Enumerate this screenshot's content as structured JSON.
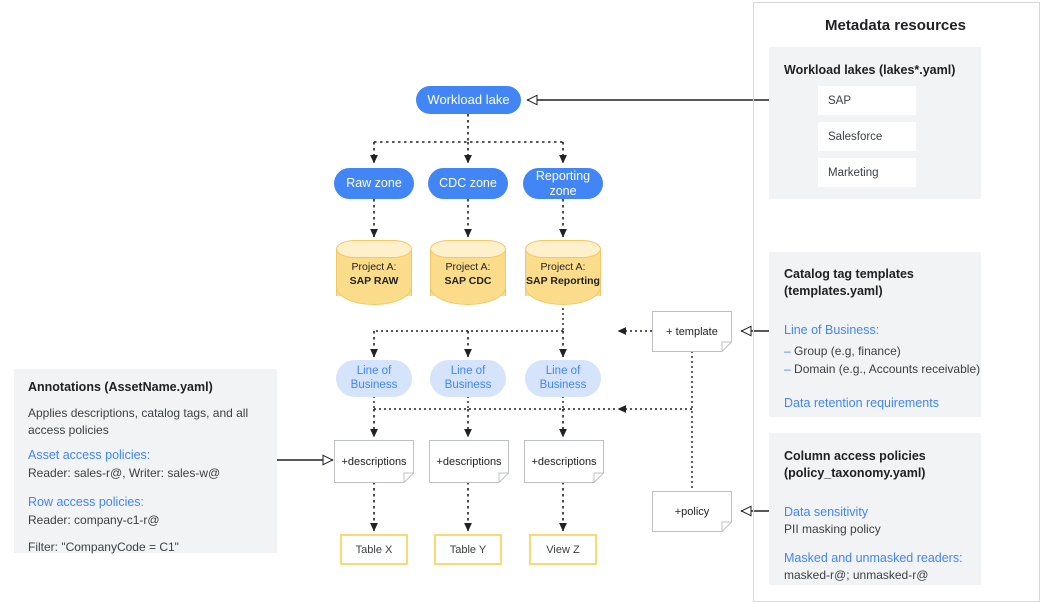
{
  "flow": {
    "lake": {
      "label": "Workload lake"
    },
    "zones": [
      {
        "label": "Raw zone"
      },
      {
        "label": "CDC zone"
      },
      {
        "label": "Reporting zone"
      }
    ],
    "datasets": [
      {
        "line1": "Project A:",
        "line2": "SAP RAW"
      },
      {
        "line1": "Project A:",
        "line2": "SAP CDC"
      },
      {
        "line1": "Project A:",
        "line2": "SAP Reporting"
      }
    ],
    "tags": [
      {
        "label": "Line of Business"
      },
      {
        "label": "Line of Business"
      },
      {
        "label": "Line of Business"
      }
    ],
    "descriptions": [
      {
        "label": "+descriptions"
      },
      {
        "label": "+descriptions"
      },
      {
        "label": "+descriptions"
      }
    ],
    "assets": [
      {
        "label": "Table X"
      },
      {
        "label": "Table Y"
      },
      {
        "label": "View Z"
      }
    ],
    "template_note": {
      "label": "+ template"
    },
    "policy_note": {
      "label": "+policy"
    }
  },
  "annotations_panel": {
    "title": "Annotations (AssetName.yaml)",
    "description": "Applies descriptions, catalog tags, and all access policies",
    "sections": [
      {
        "heading": "Asset access policies:",
        "value": "Reader: sales-r@, Writer: sales-w@"
      },
      {
        "heading": "Row access policies:",
        "value": "Reader: company-c1-r@"
      }
    ],
    "filter": "Filter: \"CompanyCode = C1\""
  },
  "metadata_panel": {
    "title": "Metadata resources",
    "workload_lakes": {
      "title": "Workload lakes (lakes*.yaml)",
      "items": [
        {
          "label": "SAP"
        },
        {
          "label": "Salesforce"
        },
        {
          "label": "Marketing"
        }
      ]
    },
    "catalog_templates": {
      "title_line1": "Catalog tag templates",
      "title_line2": "(templates.yaml)",
      "heading": "Line of Business:",
      "bullets": [
        {
          "text": "Group (e.g, finance)"
        },
        {
          "text": "Domain (e.g., Accounts receivable)"
        }
      ],
      "footer": "Data retention requirements"
    },
    "column_policies": {
      "title_line1": "Column access policies",
      "title_line2": "(policy_taxonomy.yaml)",
      "heading1": "Data sensitivity",
      "value1": "PII masking policy",
      "heading2": "Masked and unmasked readers:",
      "value2": "masked-r@; unmasked-r@"
    }
  },
  "colors": {
    "blue": "#4285F4",
    "light_blue": "#D6E4FB",
    "amber": "#FBDC8B",
    "amber_border": "#FBD775",
    "panel_gray": "#F1F3F4",
    "wire": "#3c4043"
  }
}
